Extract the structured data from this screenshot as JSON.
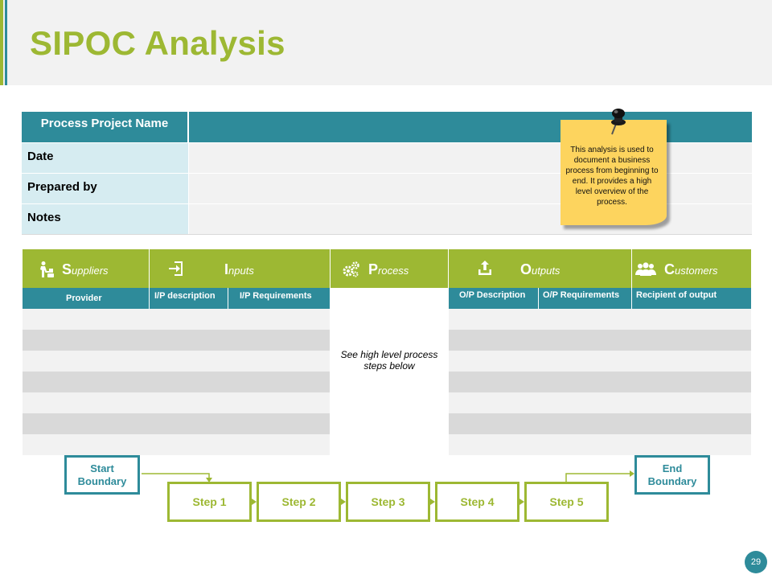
{
  "header": {
    "title": "SIPOC Analysis"
  },
  "info": {
    "project_name_label": "Process Project Name",
    "date_label": "Date",
    "prepared_by_label": "Prepared by",
    "notes_label": "Notes"
  },
  "note": {
    "text": "This analysis is used to document a business process from beginning to end. It provides a high level overview of the process."
  },
  "sipoc": {
    "suppliers": {
      "cap": "S",
      "rest": "uppliers",
      "icon": "worker-icon"
    },
    "inputs": {
      "cap": "I",
      "rest": "nputs",
      "icon": "sign-in-icon"
    },
    "process": {
      "cap": "P",
      "rest": "rocess",
      "icon": "gears-icon"
    },
    "outputs": {
      "cap": "O",
      "rest": "utputs",
      "icon": "upload-icon"
    },
    "customers": {
      "cap": "C",
      "rest": "ustomers",
      "icon": "group-icon"
    }
  },
  "columns": {
    "provider": "Provider",
    "ip_description": "I/P description",
    "ip_requirements": "I/P Requirements",
    "op_description": "O/P  Description",
    "op_requirements": "O/P Requirements",
    "recipient": "Recipient of output"
  },
  "process_note": "See high level process steps below",
  "boundaries": {
    "start": "Start Boundary",
    "end": "End Boundary"
  },
  "steps": [
    "Step 1",
    "Step 2",
    "Step 3",
    "Step 4",
    "Step 5"
  ],
  "page_number": "29",
  "colors": {
    "green": "#9db833",
    "teal": "#2e8b9a",
    "light_teal": "#d6ecf1",
    "note_yellow": "#fdd45e"
  }
}
